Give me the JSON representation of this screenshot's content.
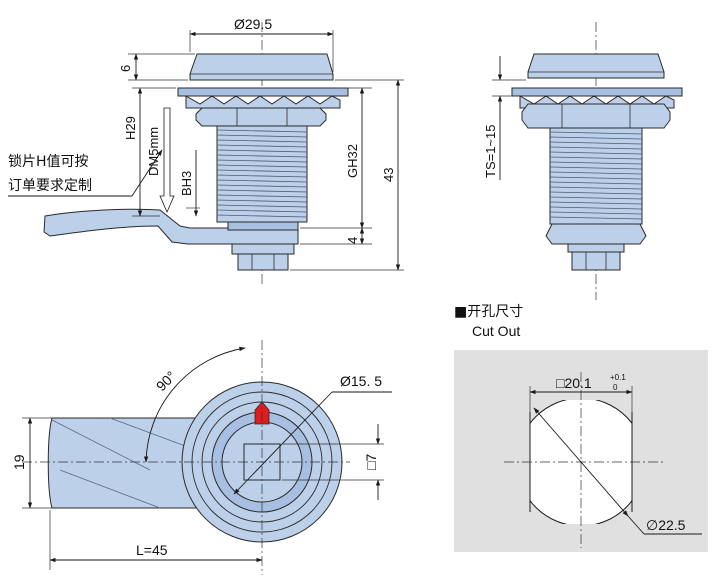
{
  "labels": {
    "dia_top": "Ø29.5",
    "height_head": "6",
    "h29": "H29",
    "dm5mm": "DM5mm",
    "bh3": "BH3",
    "gh32": "GH32",
    "total_43": "43",
    "dim_4": "4",
    "ts": "TS=1~15",
    "note_line1": "锁片H值可按",
    "note_line2": "订单要求定制",
    "angle": "90°",
    "dia_front": "Ø15. 5",
    "square_7": "□7",
    "width_19": "19",
    "length": "L=45",
    "cutout_cn": "■开孔尺寸",
    "cutout_en": "Cut Out",
    "cut_width": "□20.1",
    "tol_plus": "+0.1",
    "tol_zero": "0",
    "cut_dia": "∅22.5"
  },
  "colors": {
    "part_fill": "#bcd0ea",
    "part_dark": "#a7bfe0",
    "key_red": "#e11b1b",
    "cutout_bg": "#e0e0e0",
    "line": "#1a1a1a"
  }
}
